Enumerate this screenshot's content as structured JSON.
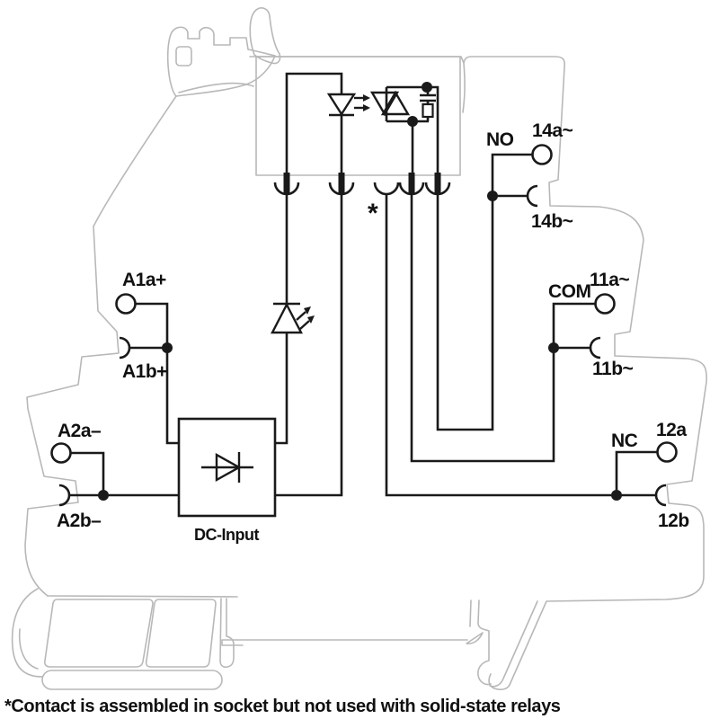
{
  "diagram": {
    "type": "solid-state-relay-module-wiring",
    "dc_input_label": "DC-Input",
    "unused_contact_marker": "*",
    "footnote": "*Contact is assembled in socket but not used with solid-state relays",
    "terminals": {
      "a1a": "A1a+",
      "a1b": "A1b+",
      "a2a": "A2a–",
      "a2b": "A2b–",
      "no": "NO",
      "n14a": "14a~",
      "n14b": "14b~",
      "com": "COM",
      "n11a": "11a~",
      "n11b": "11b~",
      "nc": "NC",
      "n12a": "12a",
      "n12b": "12b"
    },
    "sockets": {
      "count": 5,
      "empty_socket_marked_with": "*"
    },
    "colors": {
      "wire": "#1a1a1a",
      "case_outline": "#b8b8b8",
      "background": "#ffffff"
    }
  }
}
